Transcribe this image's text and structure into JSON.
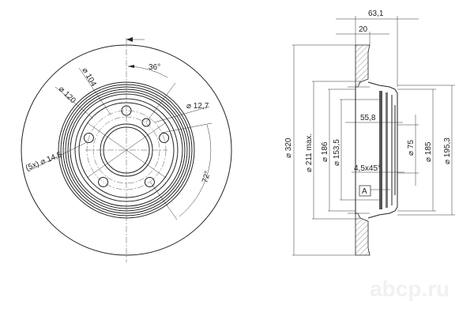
{
  "front_view": {
    "angle_top": "36°",
    "angle_right": "72°",
    "dia_104": "⌀ 104",
    "dia_120": "⌀ 120",
    "dia_12_7": "⌀ 12,7",
    "holes": "(5x) ⌀ 14,5"
  },
  "section_view": {
    "width_total": "63,1",
    "thickness": "20",
    "dia_320": "⌀ 320",
    "dia_211": "⌀ 211 max.",
    "dia_186": "⌀ 186",
    "dia_153_5": "⌀ 153,5",
    "depth": "55,8",
    "chamfer": "4,5x45°",
    "datum": "A",
    "dia_75": "⌀ 75",
    "dia_185": "⌀ 185",
    "dia_195_3": "⌀ 195,3"
  },
  "watermark": "abcp.ru"
}
